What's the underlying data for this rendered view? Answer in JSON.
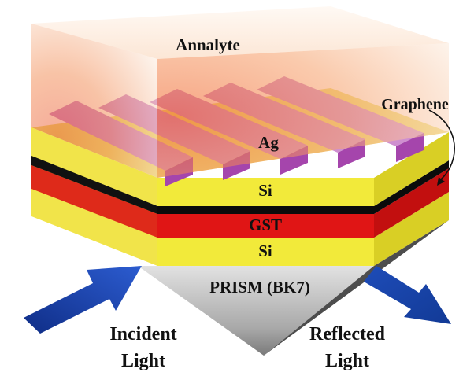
{
  "labels": {
    "analyte": "Annalyte",
    "graphene": "Graphene",
    "ag": "Ag",
    "si_top": "Si",
    "gst": "GST",
    "si_bottom": "Si",
    "prism": "PRISM (BK7)",
    "incident_line1": "Incident",
    "incident_line2": "Light",
    "reflected_line1": "Reflected",
    "reflected_line2": "Light"
  },
  "colors": {
    "analyte_core": "#f05a1e",
    "analyte_edge": "#fbe3cf",
    "ag_top": "#cf8fd0",
    "ag_side": "#b04fb6",
    "si_front": "#f2ea3a",
    "si_top": "#ecdf6f",
    "gst": "#e01515",
    "graphene": "#0b0b0b",
    "prism_light": "#d0d0d0",
    "prism_dark": "#4a4a4a",
    "arrow": "#1a3fa8"
  },
  "ag_stripe_count": 5
}
